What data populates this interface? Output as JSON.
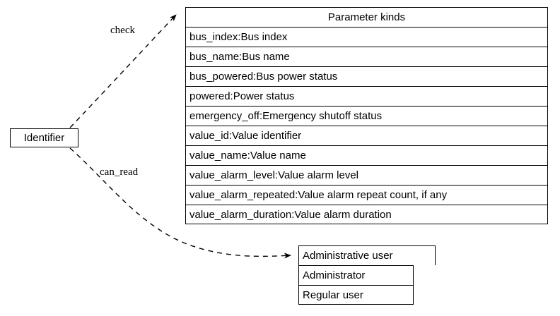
{
  "diagram": {
    "type": "entity-relationship-graph",
    "background_color": "#ffffff",
    "line_color": "#000000",
    "source_node": {
      "label": "Identifier"
    },
    "edges": [
      {
        "id": "check",
        "label": "check",
        "from": "Identifier",
        "to": "Parameter kinds",
        "style": "dashed",
        "arrow": "normal"
      },
      {
        "id": "can_read",
        "label": "can_read",
        "from": "Identifier",
        "to": "Administrative user",
        "style": "dashed",
        "arrow": "normal"
      }
    ],
    "tables": [
      {
        "id": "parameter-kinds",
        "header": "Parameter kinds",
        "rows": [
          "bus_index:Bus index",
          "bus_name:Bus name",
          "bus_powered:Bus power status",
          "powered:Power status",
          "emergency_off:Emergency shutoff status",
          "value_id:Value identifier",
          "value_name:Value name",
          "value_alarm_level:Value alarm level",
          "value_alarm_repeated:Value alarm repeat count, if any",
          "value_alarm_duration:Value alarm duration"
        ]
      },
      {
        "id": "administrative-user",
        "header": "Administrative user",
        "rows": [
          "Administrator",
          "Regular user"
        ]
      }
    ]
  }
}
